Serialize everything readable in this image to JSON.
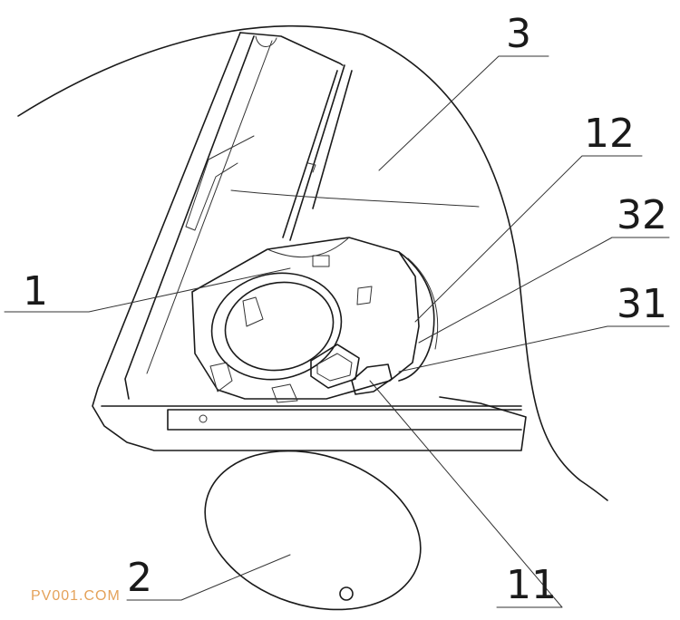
{
  "figure": {
    "labels": {
      "l1": "1",
      "l2": "2",
      "l3": "3",
      "l11": "11",
      "l12": "12",
      "l31": "31",
      "l32": "32"
    },
    "watermark": "PV001.COM"
  }
}
